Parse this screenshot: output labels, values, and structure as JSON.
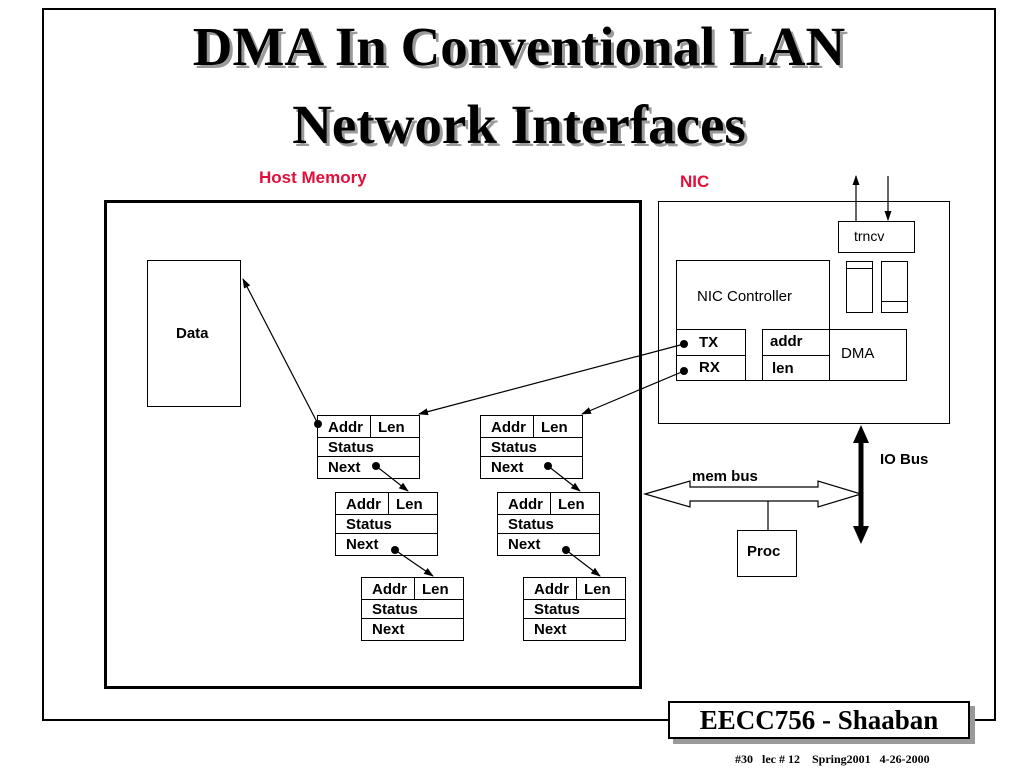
{
  "title": {
    "line1": "DMA In Conventional LAN",
    "line2": "Network Interfaces"
  },
  "host_memory": {
    "label": "Host Memory",
    "data_label": "Data"
  },
  "nic": {
    "label": "NIC",
    "controller": "NIC Controller",
    "tx": "TX",
    "rx": "RX",
    "addr": "addr",
    "len": "len",
    "dma": "DMA",
    "trncv": "trncv"
  },
  "descriptor": {
    "addr": "Addr",
    "len": "Len",
    "status": "Status",
    "next": "Next"
  },
  "bus": {
    "mem_bus": "mem bus",
    "io_bus": "IO Bus",
    "proc": "Proc"
  },
  "footer": {
    "course": "EECC756 - Shaaban",
    "info": "#30   lec # 12    Spring2001   4-26-2000"
  }
}
